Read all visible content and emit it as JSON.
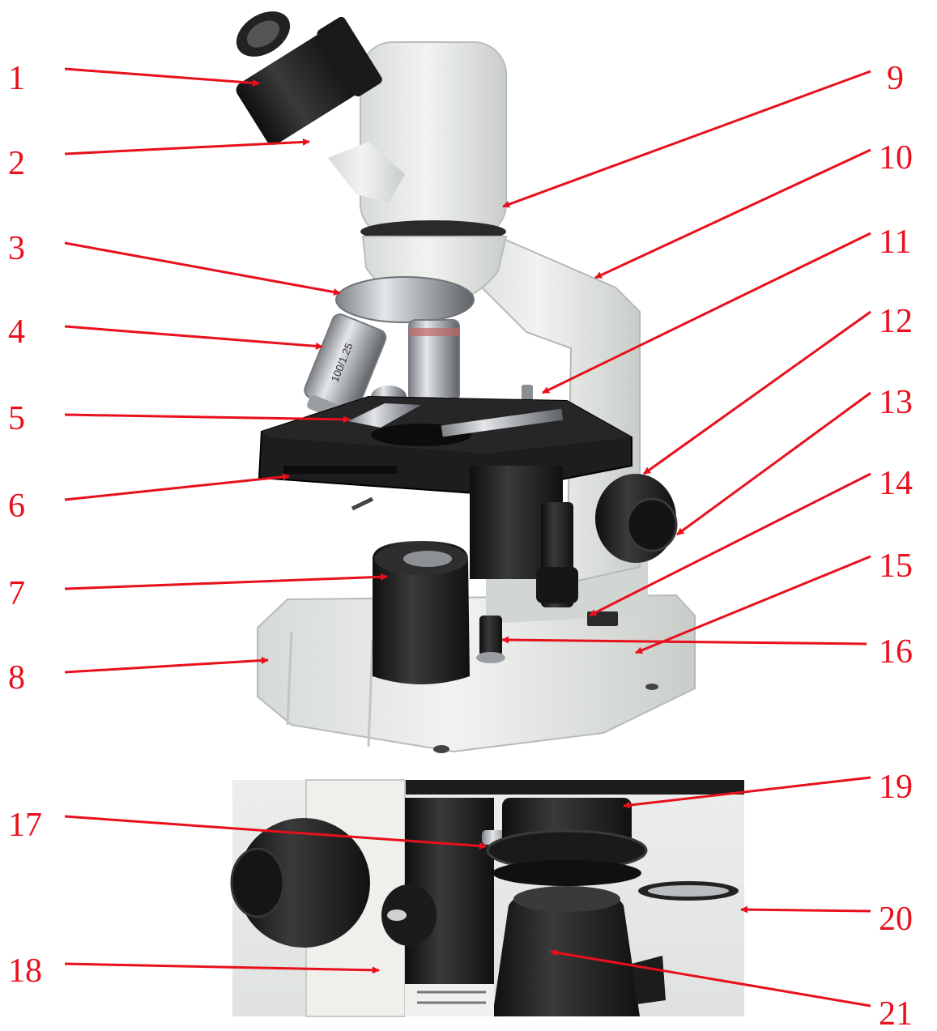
{
  "labels": {
    "l1": "1",
    "l2": "2",
    "l3": "3",
    "l4": "4",
    "l5": "5",
    "l6": "6",
    "l7": "7",
    "l8": "8",
    "l9": "9",
    "l10": "10",
    "l11": "11",
    "l12": "12",
    "l13": "13",
    "l14": "14",
    "l15": "15",
    "l16": "16",
    "l17": "17",
    "l18": "18",
    "l19": "19",
    "l20": "20",
    "l21": "21",
    "objective_marking": "100/1.25"
  },
  "colors": {
    "label_red": "#e8101c",
    "body_white": "#e6e9e6",
    "stage_black": "#1b1b1b",
    "chrome": "#b9bcc0"
  }
}
